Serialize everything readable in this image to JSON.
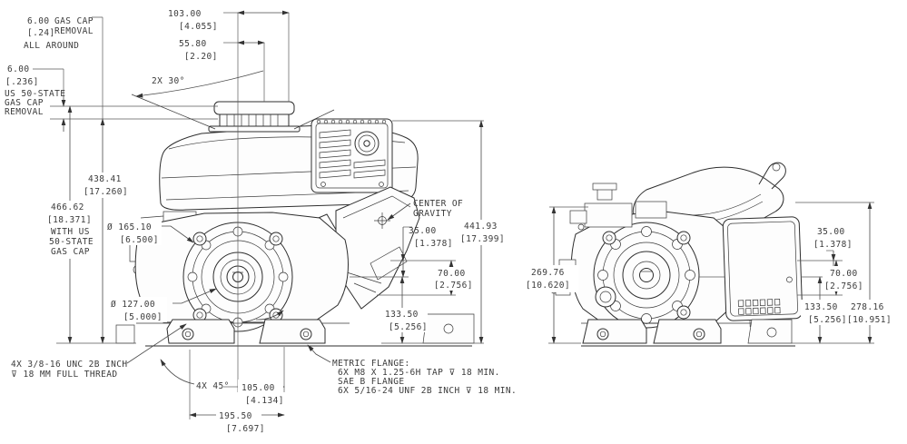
{
  "drawing": {
    "background": "#ffffff",
    "line_color": "#2e2e2e",
    "text_color": "#3b3b3b"
  },
  "labels": {
    "cap_removal": [
      "6.00",
      "[.24]",
      "GAS CAP",
      "REMOVAL",
      "ALL AROUND"
    ],
    "us_cap": [
      "6.00",
      "[.236]",
      "US 50-STATE",
      "GAS CAP",
      "REMOVAL"
    ],
    "angle2x30": "2X 30°",
    "d103": [
      "103.00",
      "[4.055]"
    ],
    "d55": [
      "55.80",
      "[2.20]"
    ],
    "d438": [
      "438.41",
      "[17.260]"
    ],
    "d466": [
      "466.62",
      "[18.371]",
      "WITH US",
      "50-STATE",
      "GAS CAP"
    ],
    "d165": [
      "Ø 165.10",
      "[6.500]"
    ],
    "d127": [
      "Ø 127.00",
      "[5.000]"
    ],
    "cog": [
      "CENTER OF",
      "GRAVITY"
    ],
    "d441": [
      "441.93",
      "[17.399]"
    ],
    "d35": [
      "35.00",
      "[1.378]"
    ],
    "d70": [
      "70.00",
      "[2.756]"
    ],
    "d133": [
      "133.50",
      "[5.256]"
    ],
    "thread_note": [
      "4X 3/8-16 UNC 2B INCH",
      "⊽ 18 MM FULL THREAD"
    ],
    "chamfer_note": "4X 45°",
    "d105": [
      "105.00",
      "[4.134]"
    ],
    "d195": [
      "195.50",
      "[7.697]"
    ],
    "flange_note": [
      "METRIC FLANGE:",
      "6X M8 X 1.25-6H TAP ⊽ 18 MIN.",
      "SAE B FLANGE",
      "6X 5/16-24 UNF 2B INCH ⊽ 18 MIN."
    ],
    "d269": [
      "269.76",
      "[10.620]"
    ],
    "d278": [
      "278.16",
      "[10.951]"
    ]
  }
}
